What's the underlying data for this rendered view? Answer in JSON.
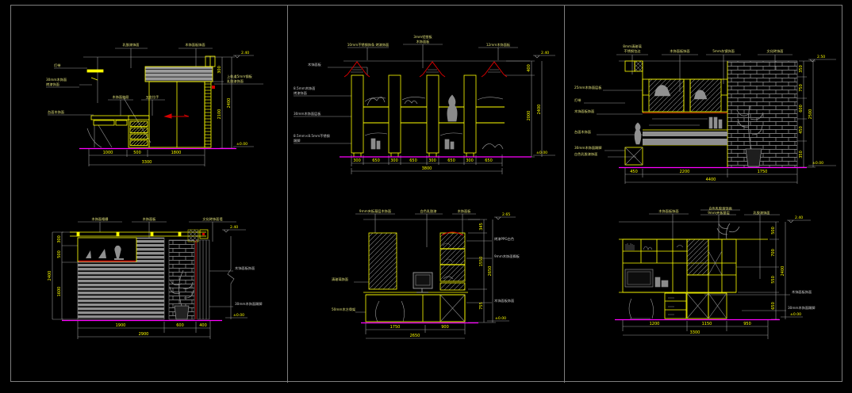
{
  "app": {
    "background": "#000000",
    "frame_color": "#7e7e7e",
    "accent_yellow": "#ffff00",
    "accent_magenta": "#ff00ff",
    "accent_red": "#d40000",
    "line_gray": "#9a9a9a"
  },
  "panels": {
    "p1": {
      "top_labels": [
        "乳胶漆饰面",
        "木饰面板饰面"
      ],
      "left_labels": [
        "灯带",
        "30mm木饰面",
        "烤漆饰面",
        "台面木饰面"
      ],
      "desk_labels": [
        "木饰面抽屉",
        "五金拉手"
      ],
      "right_note": [
        "上轨道5mm钢板",
        "乳胶漆饰面"
      ],
      "dims_bottom": [
        "1000",
        "500",
        "1800"
      ],
      "total_bottom": "3300",
      "dims_right": [
        "300",
        "2100"
      ],
      "total_right": "2400",
      "level_top": "2.40",
      "level_bottom": "±0.00"
    },
    "p2": {
      "top_labels": [
        "10mm不锈钢饰条 烤漆饰面",
        "3mm铝塑板",
        "木饰面板",
        "12mm木饰面板"
      ],
      "left_labels": [
        "木饰面板",
        "8.5mm木饰面",
        "烤漆饰面",
        "30mm木饰面层板",
        "8.5mm×8.5mm不锈钢",
        "踢脚"
      ],
      "dims_bottom": [
        "300",
        "650",
        "300",
        "650",
        "300",
        "650",
        "300",
        "650"
      ],
      "total_bottom": "3800",
      "dims_right": [
        "400",
        "2000"
      ],
      "total_right": "2400",
      "level_top": "2.40",
      "level_bottom": "±0.00"
    },
    "p3": {
      "top_labels": [
        "8mm清玻璃",
        "不锈钢包边",
        "木饰面板饰面",
        "5mm灰镜饰面",
        "文化砖饰面"
      ],
      "left_labels": [
        "25mm木饰面层板",
        "灯带",
        "木饰面板饰面",
        "台面木饰面",
        "30mm木饰面踢脚",
        "白色乳胶漆饰面"
      ],
      "dims_bottom": [
        "450",
        "2200",
        "1750"
      ],
      "total_bottom": "4400",
      "dims_right": [
        "350",
        "750",
        "600",
        "450",
        "350"
      ],
      "total_right": "2500",
      "level_top": "2.50",
      "level_bottom": "±0.00"
    },
    "p4": {
      "top_labels": [
        "木饰面格栅",
        "木饰面板",
        "文化砖饰面墙"
      ],
      "right_labels": [
        "木饰面板饰面",
        "30mm木饰面踢脚"
      ],
      "dims_left": [
        "300",
        "500",
        "1600"
      ],
      "total_left": "2400",
      "dims_bottom": [
        "1900",
        "600",
        "400"
      ],
      "total_bottom": "2900",
      "level_top": "2.40",
      "level_bottom": "±0.00"
    },
    "p5": {
      "top_labels": [
        "9mm夹板基层木饰面",
        "白色乳胶漆",
        "木饰面板"
      ],
      "left_labels": [
        "清玻璃饰面",
        "50mm木方骨架"
      ],
      "right_labels": [
        "烤漆PPG白色",
        "9mm木饰面搁板",
        "木饰面板饰面"
      ],
      "dims_bottom": [
        "1750",
        "900"
      ],
      "total_bottom": "2650",
      "dims_right": [
        "345",
        "1550",
        "755"
      ],
      "total_right": "2650",
      "level_top": "2.65",
      "level_bottom": "±0.00"
    },
    "p6": {
      "top_labels": [
        "木饰面板饰面",
        "白色乳胶漆饰面",
        "9mm夹板基层",
        "乳胶漆饰面"
      ],
      "right_labels": [
        "木饰面板饰面",
        "30mm木饰面踢脚"
      ],
      "dims_bottom": [
        "1200",
        "1150",
        "950"
      ],
      "total_bottom": "3300",
      "dims_right": [
        "500",
        "700",
        "550",
        "650"
      ],
      "total_right": "2400",
      "level_top": "2.40",
      "level_bottom": "±0.00"
    }
  }
}
